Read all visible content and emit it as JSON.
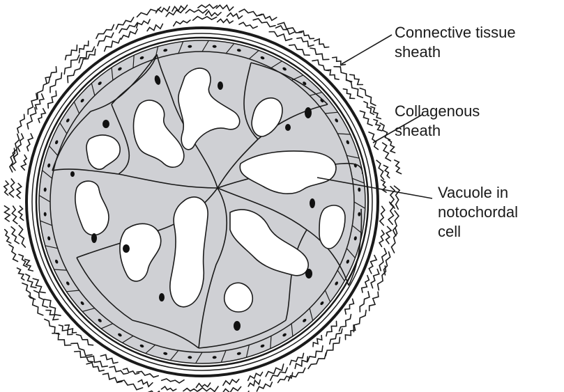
{
  "labels": {
    "connective_tissue_sheath": {
      "line1": "Connective tissue",
      "line2": "sheath"
    },
    "collagenous_sheath": {
      "line1": "Collagenous",
      "line2": "sheath"
    },
    "vacuole": {
      "line1": "Vacuole in",
      "line2": "notochordal",
      "line3": "cell"
    }
  },
  "colors": {
    "ink": "#1a1a1a",
    "cytoplasm": "#cfd0d4",
    "vacuole": "#ffffff",
    "nucleus": "#111111"
  }
}
